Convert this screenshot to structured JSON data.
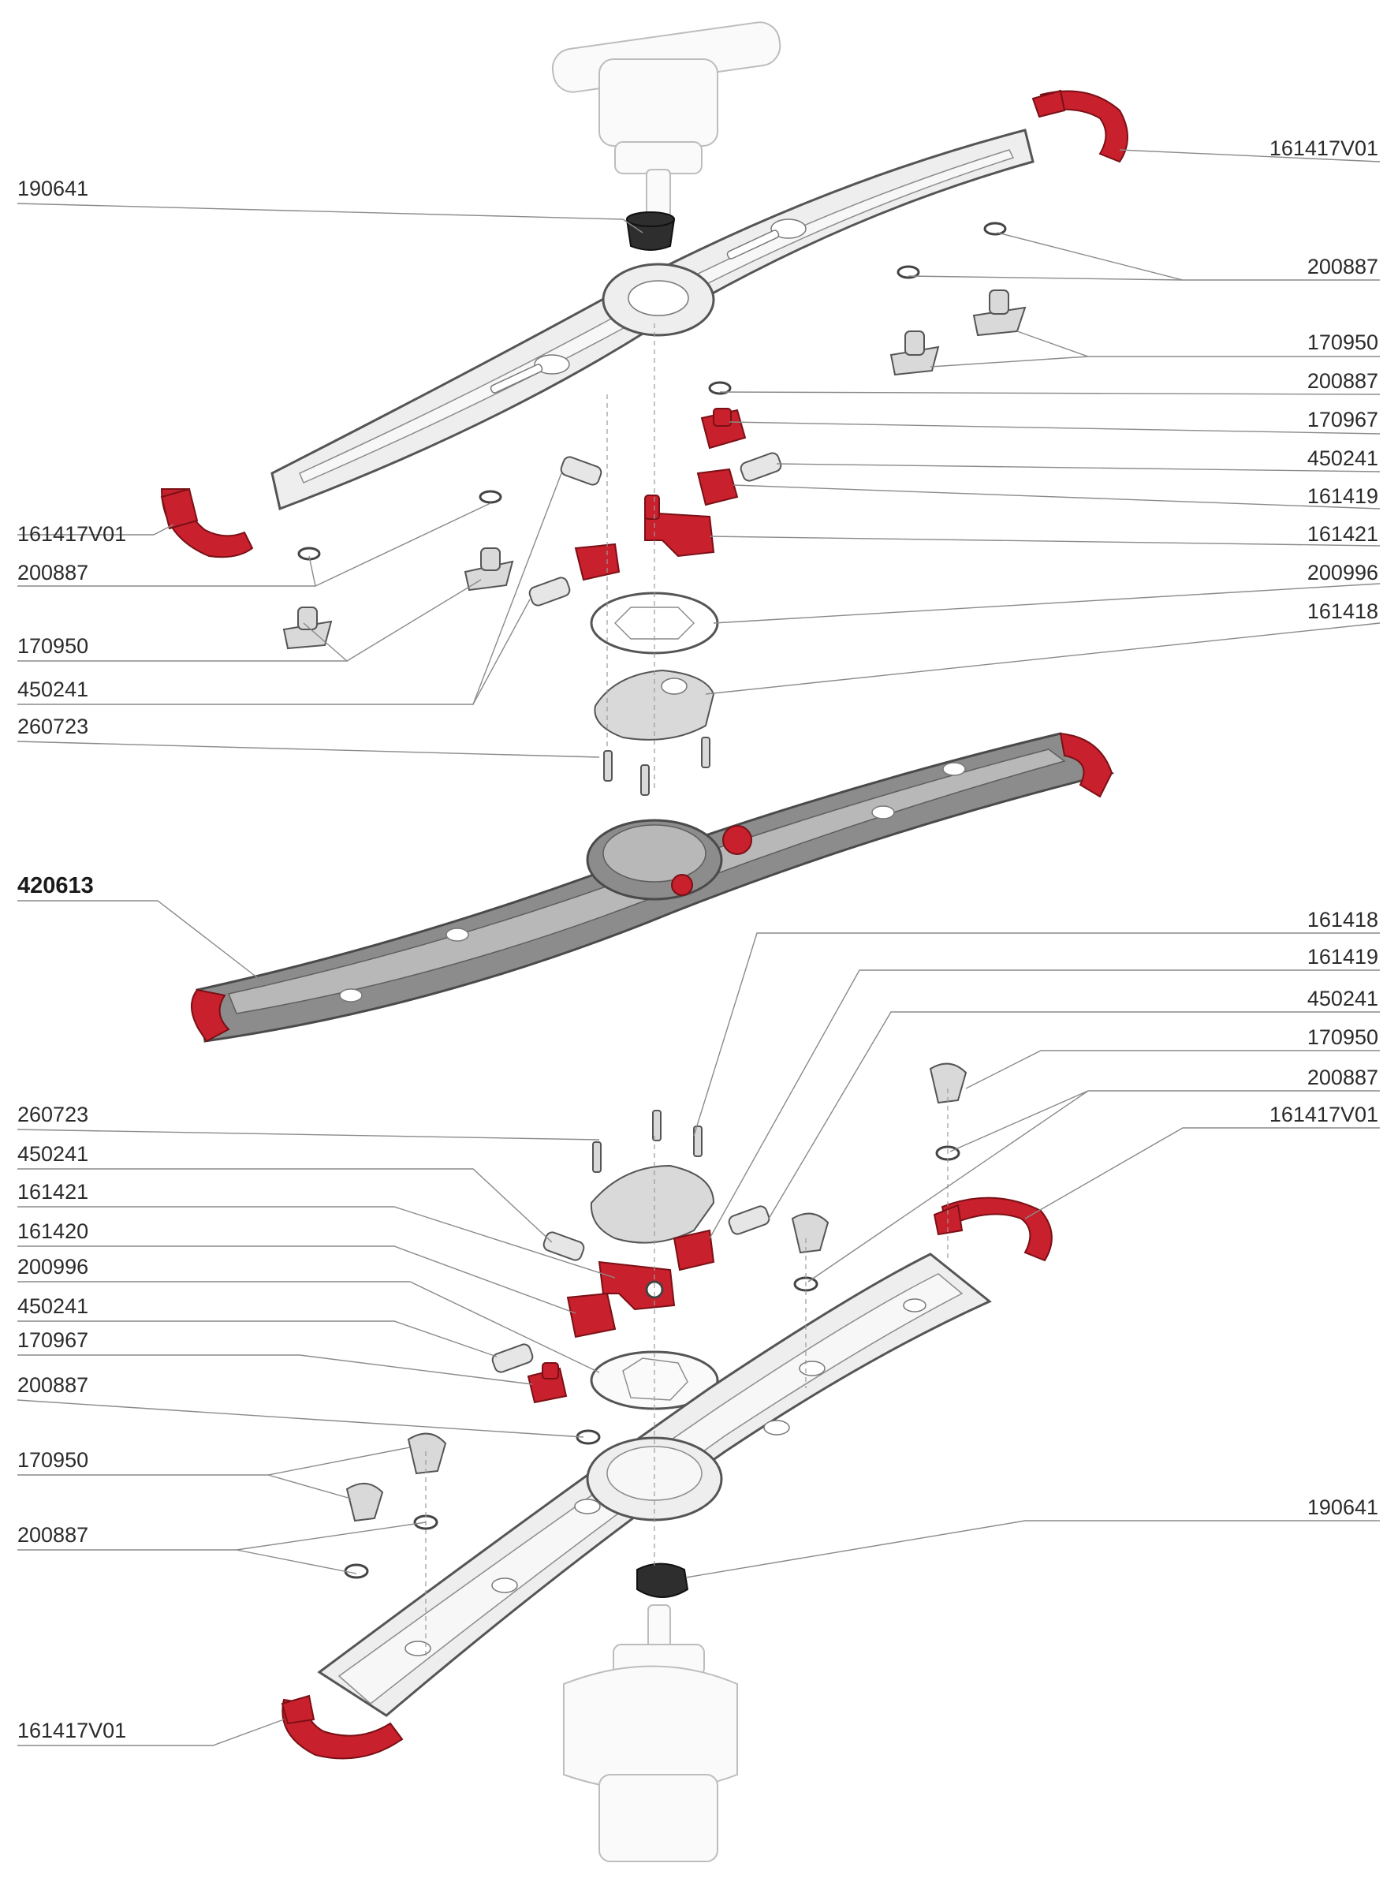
{
  "labels": {
    "top_190641": "190641",
    "top_161417V01_right": "161417V01",
    "top_200887_a": "200887",
    "top_170950_a": "170950",
    "top_200887_b": "200887",
    "top_170967": "170967",
    "top_450241_a": "450241",
    "top_161419": "161419",
    "top_161421": "161421",
    "top_200996": "200996",
    "top_161418": "161418",
    "top_161417V01_left": "161417V01",
    "top_200887_left": "200887",
    "top_170950_left": "170950",
    "top_450241_left": "450241",
    "top_260723": "260723",
    "main_assembly": "420613",
    "mid_161418": "161418",
    "mid_161419": "161419",
    "mid_450241": "450241",
    "mid_170950": "170950",
    "mid_200887": "200887",
    "mid_161417V01": "161417V01",
    "bot_260723": "260723",
    "bot_450241_a": "450241",
    "bot_161421": "161421",
    "bot_161420": "161420",
    "bot_200996": "200996",
    "bot_450241_b": "450241",
    "bot_170967": "170967",
    "bot_200887_a": "200887",
    "bot_170950": "170950",
    "bot_200887_b": "200887",
    "bot_190641": "190641",
    "bot_161417V01": "161417V01"
  },
  "colors": {
    "highlight_part": "#c8202c",
    "line": "#8a8a8a",
    "text": "#2b2b2b"
  }
}
